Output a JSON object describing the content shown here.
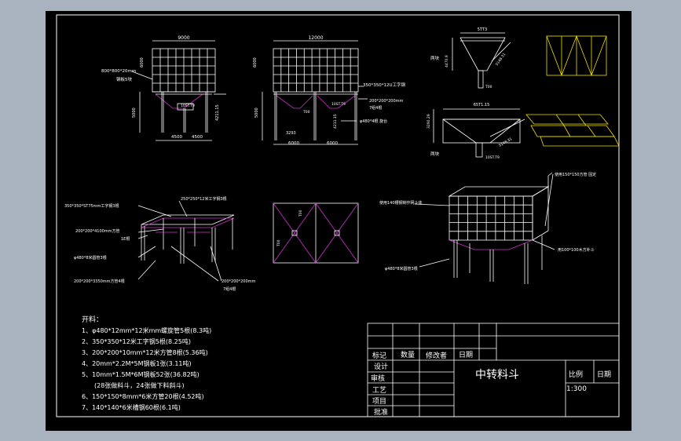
{
  "colors": {
    "background": "#a9b3c0",
    "sheet": "#000000",
    "line": "#ffffff",
    "accent": "#cc33cc",
    "yellow": "#f0e000"
  },
  "views": {
    "front": {
      "dim_total": "9000",
      "dim_left": "4500",
      "dim_right": "4500",
      "dim_height": "5000",
      "side_label": "6000",
      "beam_label": "800*800*20mm",
      "plate_label": "钢板5块",
      "tag": "10ST.T9",
      "right_dim": "4211.15"
    },
    "side": {
      "dim_total": "12000",
      "dim_left": "6000",
      "dim_right": "6000",
      "dim_height": "5000",
      "side_label": "6000",
      "beam_label": "350*350*12U工字钢",
      "pipe_label": "200*200*200mm",
      "pipe_label2": "7组4根",
      "ring_label": "φ480*4根 旋台",
      "tag": "10ST.T9",
      "span": "3293",
      "right_dim": "4211.15",
      "t00": "T00"
    },
    "hopper1": {
      "top": "5TT3",
      "left": "两块",
      "height": "4470.9",
      "slant": "5148.31",
      "bottom": "T00"
    },
    "hopper2": {
      "top": "65T1.15",
      "left": "两块",
      "height": "3290.29",
      "slant": "5148.31",
      "bottom": "10ST.T9"
    },
    "lower_left": {
      "a": "350*350*ST75mm工字钢3根",
      "b": "250*250*12米工字钢3根",
      "c": "200*200*4100mm方管",
      "d": "1E根",
      "e": "φ480*8米圆管3根",
      "f": "200*200*3350mm方管4根",
      "g": "200*200*200mm",
      "h": "7组4根"
    },
    "lower_middle": {
      "t1": "T00",
      "t2": "T00"
    },
    "iso": {
      "a": "使用140槽钢制作网斗体",
      "b": "使用150*150方管 固定",
      "c": "φ480*8米圆管3根",
      "d": "用100*100木方补斗"
    }
  },
  "notes": {
    "title": "开料：",
    "items": [
      "1、φ480*12mm*12米mm螺旋管5根(8.3吨)",
      "2、350*350*12米工字钢5根(8.25吨)",
      "3、200*200*10mm*12米方管8根(5.36吨)",
      "4、20mm*2.2M*5M钢板1张(3.11吨)",
      "5、10mm*1.5M*6M钢板52张(36.82吨)",
      "(28张做料斗，24张做下料斜斗)",
      "6、150*150*8mm*6米方管20根(4.52吨)",
      "7、140*140*6米槽钢60根(6.1吨)"
    ]
  },
  "title_block": {
    "row_labels": [
      "设计",
      "审核",
      "工艺",
      "项目",
      "批准"
    ],
    "header": [
      "标记",
      "数量",
      "修改者",
      "日期"
    ],
    "title": "中转料斗",
    "scale_label": "比例",
    "scale": "1:300",
    "date_label": "日期"
  }
}
